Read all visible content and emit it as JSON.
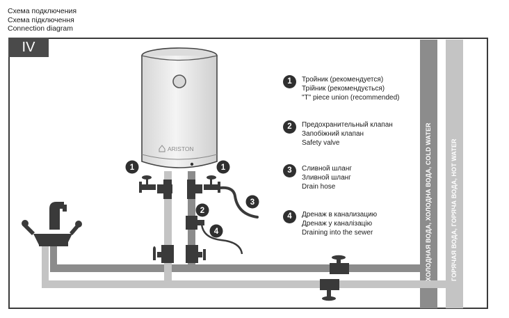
{
  "header": {
    "line_ru": "Схема подключения",
    "line_uk": "Схема підключення",
    "line_en": "Connection diagram"
  },
  "scheme_number": "IV",
  "heater": {
    "brand": "ARISTON"
  },
  "markers": {
    "tee": "1",
    "valve": "2",
    "drain_hose": "3",
    "drainage": "4"
  },
  "legend": [
    {
      "number": "1",
      "ru": "Тройник (рекомендуется)",
      "uk": "Трійник (рекомендується)",
      "en": "\"T\" piece union (recommended)"
    },
    {
      "number": "2",
      "ru": "Предохранительный клапан",
      "uk": "Запобіжний клапан",
      "en": "Safety valve"
    },
    {
      "number": "3",
      "ru": "Сливной шланг",
      "uk": "Зливной шланг",
      "en": "Drain hose"
    },
    {
      "number": "4",
      "ru": "Дренаж в канализацию",
      "uk": "Дренаж у каналізацію",
      "en": "Draining into the sewer"
    }
  ],
  "pipes": {
    "cold_water": "ХОЛОДНАЯ ВОДА, ХОЛОДНА ВОДА, COLD WATER",
    "hot_water": "ГОРЯЧАЯ ВОДА, ГОРЯЧА ВОДА, HOT WATER"
  },
  "colors": {
    "cold_pipe": "#8c8c8c",
    "hot_pipe": "#c4c4c4",
    "frame": "#3a3a3a",
    "fixture": "#3a3a3a"
  }
}
